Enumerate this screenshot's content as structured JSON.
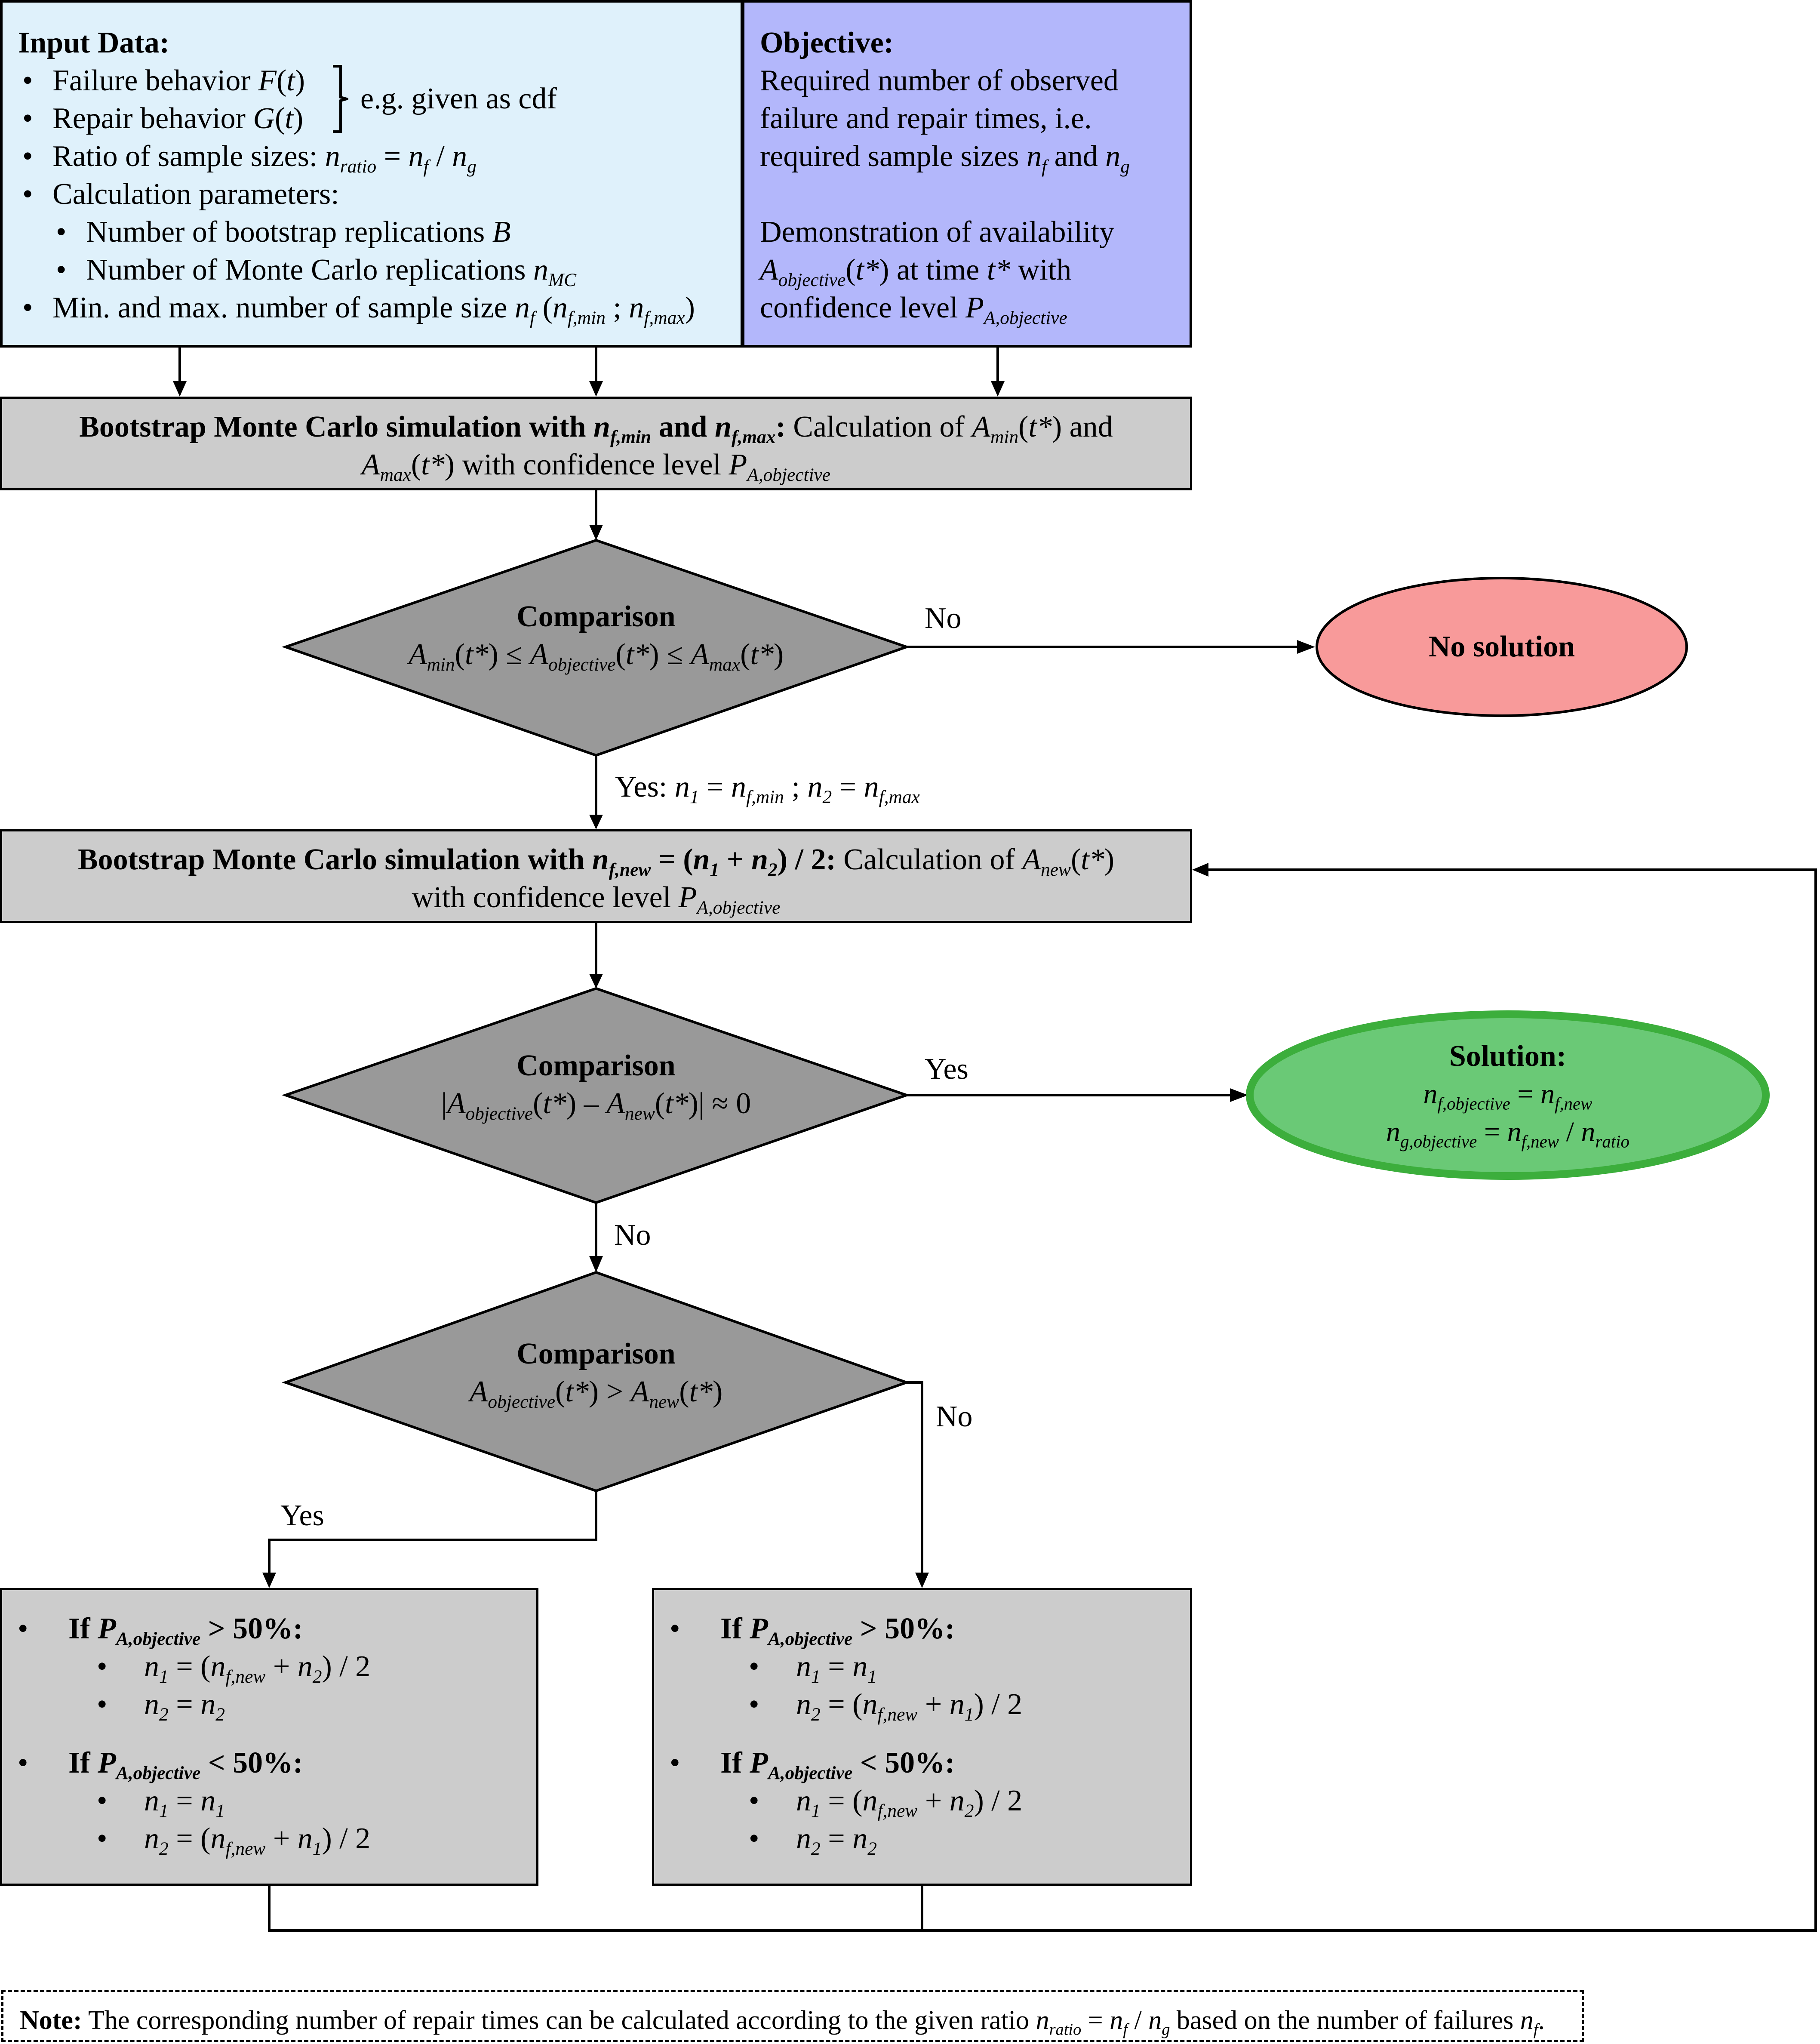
{
  "input_data": {
    "heading": "Input Data:",
    "failure_behavior": "Failure behavior",
    "repair_behavior": "Repair behavior",
    "brace_note": "e.g. given as cdf",
    "ratio_label": "Ratio of sample sizes:",
    "calc_params": "Calculation parameters:",
    "bootstrap_reps": "Number of bootstrap replications",
    "mc_reps": "Number of Monte Carlo replications",
    "min_max": "Min. and max. number of sample size"
  },
  "objective": {
    "heading": "Objective:",
    "line1": "Required number of observed",
    "line2": "failure and repair times, i.e.",
    "line3": "required sample sizes",
    "and": "and",
    "line4": "Demonstration of availability",
    "line5": "at time",
    "with": "with",
    "line6": "confidence level"
  },
  "step1": {
    "bold": "Bootstrap Monte Carlo simulation with",
    "and": "and",
    "calc": "Calculation of",
    "and2": "and",
    "conf": "with confidence level"
  },
  "comparison1": {
    "title": "Comparison",
    "no": "No",
    "yes": "Yes:"
  },
  "no_solution": "No solution",
  "step2": {
    "bold": "Bootstrap Monte Carlo simulation with",
    "calc": "Calculation of",
    "conf": "with confidence level"
  },
  "comparison2": {
    "title": "Comparison",
    "yes": "Yes",
    "no": "No"
  },
  "solution": {
    "title": "Solution:"
  },
  "comparison3": {
    "title": "Comparison",
    "yes": "Yes",
    "no": "No"
  },
  "bottom": {
    "if": "If"
  },
  "note": {
    "label": "Note:",
    "text": "The corresponding number of repair times can be calculated according to the given ratio",
    "text2": "based on the number of failures"
  },
  "colors": {
    "input_fill": "#dff1fb",
    "objective_fill": "#b3b7fb",
    "process_fill": "#cccccc",
    "decision_fill": "#999999",
    "no_solution_fill": "#f89a9a",
    "solution_fill": "#6ac976",
    "solution_stroke": "#3cae3c"
  }
}
